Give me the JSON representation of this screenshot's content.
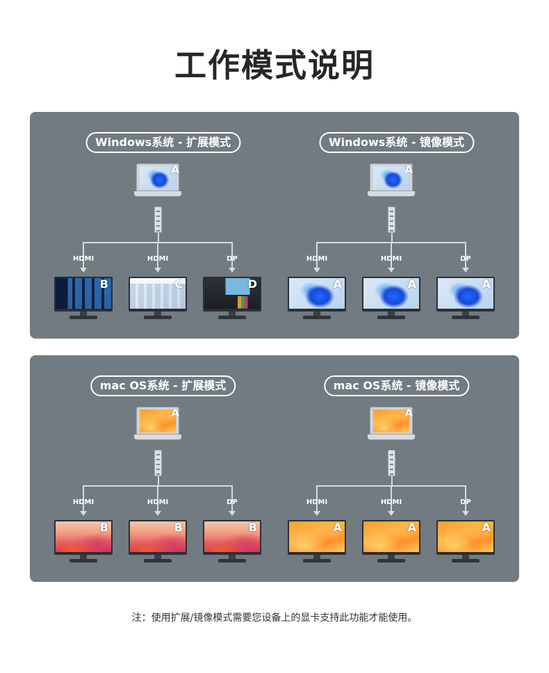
{
  "title": "工作模式说明",
  "panels": [
    {
      "modes": [
        {
          "label": "Windows系统 - 扩展模式",
          "laptop_letter": "A",
          "laptop_wallpaper": "windows-bloom",
          "ports": [
            "HDMI",
            "HDMI",
            "DP"
          ],
          "monitors": [
            {
              "letter": "B",
              "wallpaper": "dashboard"
            },
            {
              "letter": "C",
              "wallpaper": "windows-app"
            },
            {
              "letter": "D",
              "wallpaper": "video-editor"
            }
          ]
        },
        {
          "label": "Windows系统 - 镜像模式",
          "laptop_letter": "A",
          "laptop_wallpaper": "windows-bloom",
          "ports": [
            "HDMI",
            "HDMI",
            "DP"
          ],
          "monitors": [
            {
              "letter": "A",
              "wallpaper": "windows-bloom"
            },
            {
              "letter": "A",
              "wallpaper": "windows-bloom"
            },
            {
              "letter": "A",
              "wallpaper": "windows-bloom"
            }
          ]
        }
      ]
    },
    {
      "modes": [
        {
          "label": "mac OS系统 - 扩展模式",
          "laptop_letter": "A",
          "laptop_wallpaper": "macos-orange",
          "ports": [
            "HDMI",
            "HDMI",
            "DP"
          ],
          "monitors": [
            {
              "letter": "B",
              "wallpaper": "macos-pink"
            },
            {
              "letter": "B",
              "wallpaper": "macos-pink"
            },
            {
              "letter": "B",
              "wallpaper": "macos-pink"
            }
          ]
        },
        {
          "label": "mac OS系统 - 镜像模式",
          "laptop_letter": "A",
          "laptop_wallpaper": "macos-orange",
          "ports": [
            "HDMI",
            "HDMI",
            "DP"
          ],
          "monitors": [
            {
              "letter": "A",
              "wallpaper": "macos-orange"
            },
            {
              "letter": "A",
              "wallpaper": "macos-orange"
            },
            {
              "letter": "A",
              "wallpaper": "macos-orange"
            }
          ]
        }
      ]
    }
  ],
  "footnote": "注：使用扩展/镜像模式需要您设备上的显卡支持此功能才能使用。",
  "colors": {
    "panel_bg": "#717b81",
    "line": "#d7dcdf",
    "title": "#262626"
  }
}
